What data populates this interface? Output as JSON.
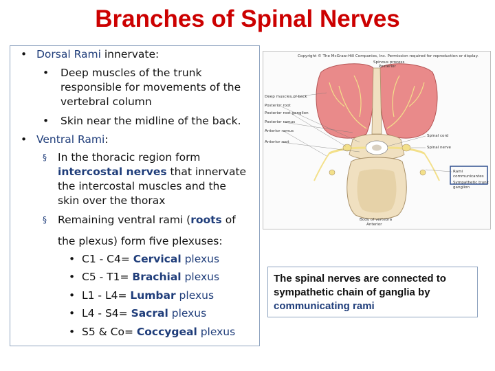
{
  "title": "Branches of Spinal Nerves",
  "left_panel": {
    "dorsal": {
      "bullet": "•",
      "term": "Dorsal Rami",
      "rest": " innervate:"
    },
    "dorsal_sub1_bullet": "•",
    "dorsal_sub1_lines": [
      "Deep muscles of the trunk",
      "responsible for movements of the",
      "vertebral column"
    ],
    "dorsal_sub2_bullet": "•",
    "dorsal_sub2": "Skin near the midline of the back.",
    "ventral": {
      "bullet": "•",
      "term": "Ventral Rami",
      "rest": ":"
    },
    "sq_bullet": "§",
    "ventral_sub1": {
      "l1": "In the thoracic region form",
      "term": "intercostal nerves",
      "l2_rest": " that innervate",
      "l3": "the intercostal muscles and the",
      "l4": "skin over the thorax"
    },
    "ventral_sub2": {
      "l1_pre": "Remaining ventral rami (",
      "roots": "roots",
      "l1_post": " of",
      "l2": "the plexus) form five plexuses:"
    },
    "plexuses": [
      {
        "bullet": "•",
        "pre": "C1 - C4= ",
        "term": "Cervical",
        "post": " plexus"
      },
      {
        "bullet": "•",
        "pre": "C5 - T1= ",
        "term": "Brachial",
        "post": " plexus"
      },
      {
        "bullet": "•",
        "pre": "L1 - L4= ",
        "term": "Lumbar",
        "post": " plexus"
      },
      {
        "bullet": "•",
        "pre": "L4 - S4= ",
        "term": "Sacral",
        "post": " plexus"
      },
      {
        "bullet": "•",
        "pre": "S5 & Co= ",
        "term": "Coccygeal",
        "post": " plexus"
      }
    ]
  },
  "figure": {
    "copyright": "Copyright © The McGraw-Hill Companies, Inc. Permission required for reproduction or display.",
    "labels_left": [
      "Deep muscles of back",
      "Posterior root",
      "Posterior root ganglion",
      "Posterior ramus",
      "Anterior ramus",
      "Anterior root"
    ],
    "labels_right": [
      "Spinal cord",
      "Spinal nerve"
    ],
    "label_top": [
      "Spinous process",
      "Posterior"
    ],
    "label_right_box": [
      "Rami",
      "communicantes"
    ],
    "label_right_trunk": [
      "Sympathetic trunk",
      "ganglion"
    ],
    "label_bottom": [
      "Body of vertebra",
      "Anterior"
    ],
    "colors": {
      "muscle": "#e98a8a",
      "bone": "#f0e0c0",
      "nerve": "#f3e08a",
      "box": "#2f4f8f"
    }
  },
  "caption": {
    "line1": "The spinal nerves are connected to",
    "line2": "sympathetic chain of ganglia by",
    "term": "communicating rami"
  }
}
